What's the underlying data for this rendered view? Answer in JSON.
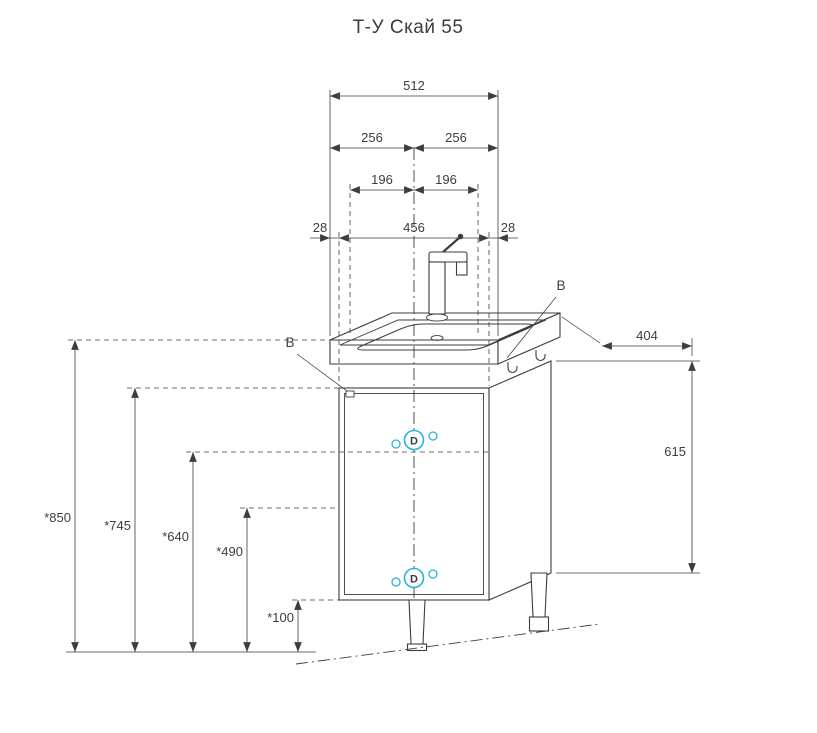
{
  "title": "Т-У Скай 55",
  "colors": {
    "line": "#3d3d3d",
    "accent": "#28b4d8"
  },
  "dimensions": {
    "width_total": "512",
    "width_half_left": "256",
    "width_half_right": "256",
    "hole_offset_left": "196",
    "hole_offset_right": "196",
    "overhang_left": "28",
    "cabinet_width": "456",
    "overhang_right": "28",
    "depth": "404",
    "cabinet_height": "615",
    "height_total": "*850",
    "height_cabinet_top": "*745",
    "height_shelf": "*640",
    "height_mid": "*490",
    "height_legs": "*100"
  },
  "callouts": {
    "fitting_right": "B",
    "fitting_left": "B",
    "hinge_top": "D",
    "hinge_bottom": "D"
  }
}
